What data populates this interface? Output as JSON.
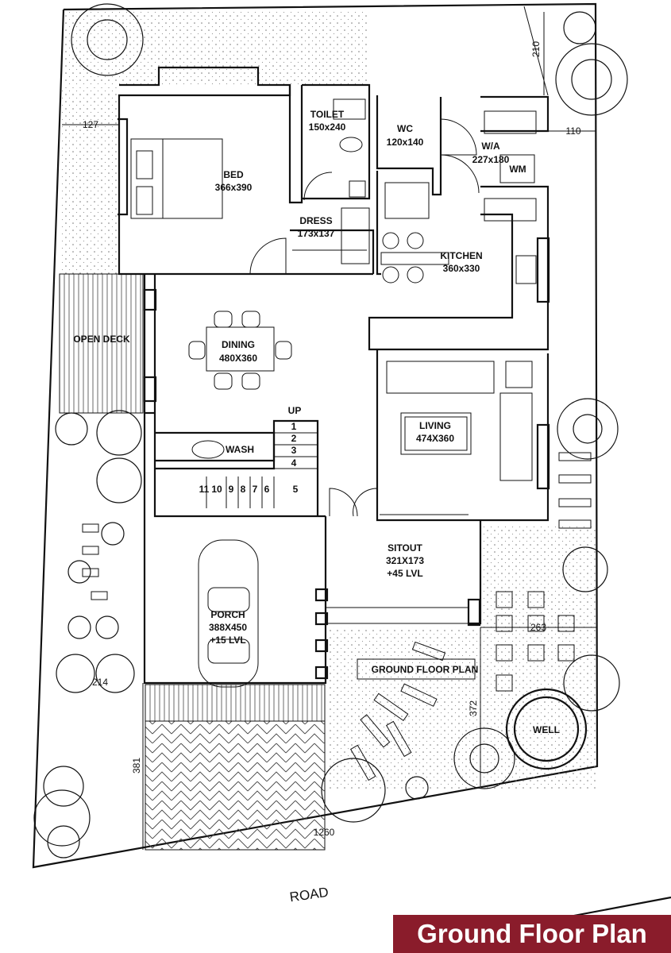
{
  "rooms": {
    "bed": {
      "name": "BED",
      "size": "366x390"
    },
    "toilet": {
      "name": "TOILET",
      "size": "150x240"
    },
    "wc": {
      "name": "WC",
      "size": "120x140"
    },
    "wa": {
      "name": "W/A",
      "size": "227x180"
    },
    "wm": {
      "name": "WM"
    },
    "dress": {
      "name": "DRESS",
      "size": "173x137"
    },
    "kitchen": {
      "name": "KITCHEN",
      "size": "360x330"
    },
    "open_deck": {
      "name": "OPEN DECK"
    },
    "dining": {
      "name": "DINING",
      "size": "480X360"
    },
    "living": {
      "name": "LIVING",
      "size": "474X360"
    },
    "wash": {
      "name": "WASH"
    },
    "sitout": {
      "name": "SITOUT",
      "size": "321X173",
      "level": "+45 LVL"
    },
    "porch": {
      "name": "PORCH",
      "size": "388X450",
      "level": "+15 LVL"
    },
    "well": {
      "name": "WELL"
    }
  },
  "stair": {
    "up_label": "UP",
    "steps": [
      "1",
      "2",
      "3",
      "4",
      "5",
      "6",
      "7",
      "8",
      "9",
      "10",
      "11"
    ]
  },
  "dimensions": {
    "d210": "210",
    "d127": "127",
    "d110": "110",
    "d263": "263",
    "d214": "214",
    "d372": "372",
    "d381": "381",
    "d1260": "1260"
  },
  "floor_plan_label": "GROUND FLOOR PLAN",
  "road_label": "ROAD",
  "banner_title": "Ground Floor Plan",
  "colors": {
    "banner_bg": "#8a1c2b",
    "banner_text": "#ffffff",
    "line": "#111111"
  }
}
